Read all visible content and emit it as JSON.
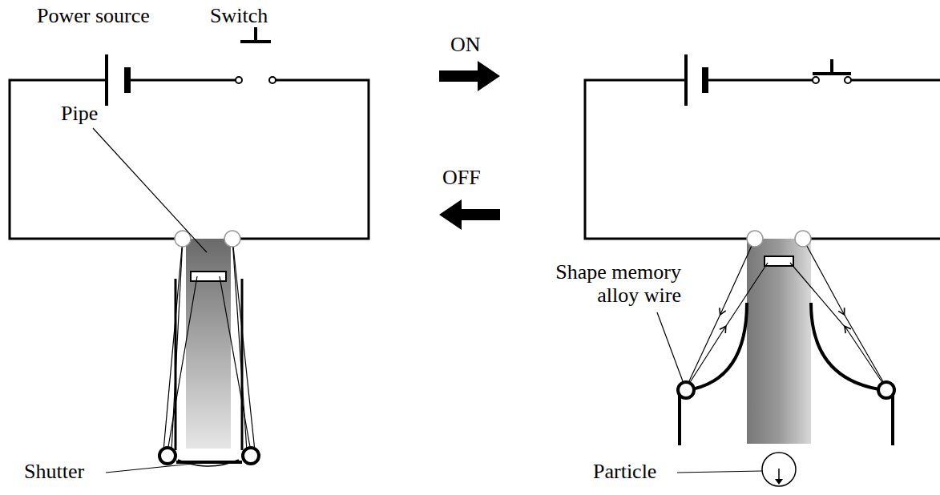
{
  "diagram": {
    "labels": [
      "Power source",
      "Switch",
      "Pipe",
      "ON",
      "OFF",
      "Shape memory alloy wire",
      "Shutter",
      "Particle"
    ]
  }
}
